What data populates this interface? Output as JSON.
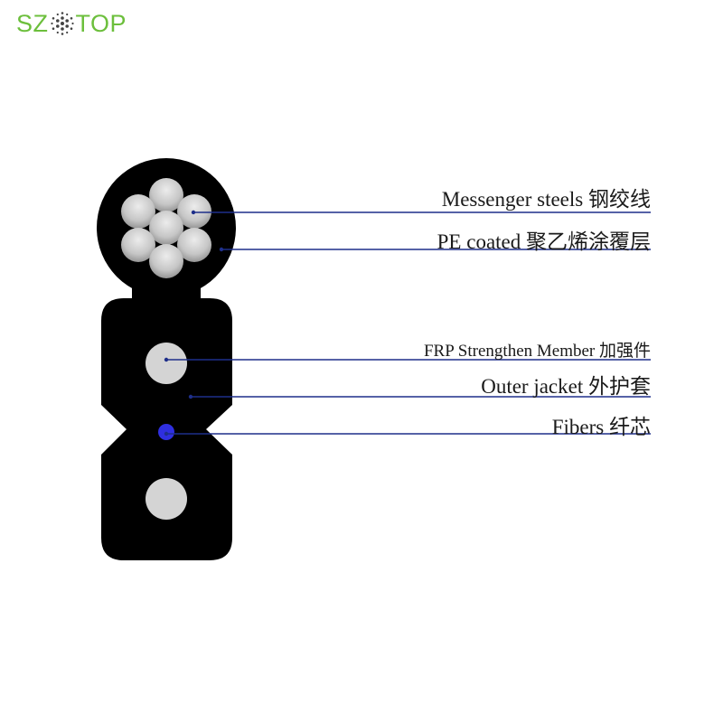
{
  "logo": {
    "text_left": "SZ",
    "text_right": "TOP",
    "color": "#6cbf3c",
    "mark_icon": "fiber-bundle-icon"
  },
  "callouts": {
    "messenger_steels": "Messenger steels 钢绞线",
    "pe_coated": "PE coated 聚乙烯涂覆层",
    "frp_member": "FRP Strengthen Member 加强件",
    "outer_jacket": "Outer jacket 外护套",
    "fibers": "Fibers 纤芯"
  },
  "colors": {
    "jacket": "#000000",
    "steel": "#c8c8c8",
    "frp": "#d4d4d4",
    "fiber": "#2f2fe0",
    "leader_line": "#1e2f8a"
  }
}
